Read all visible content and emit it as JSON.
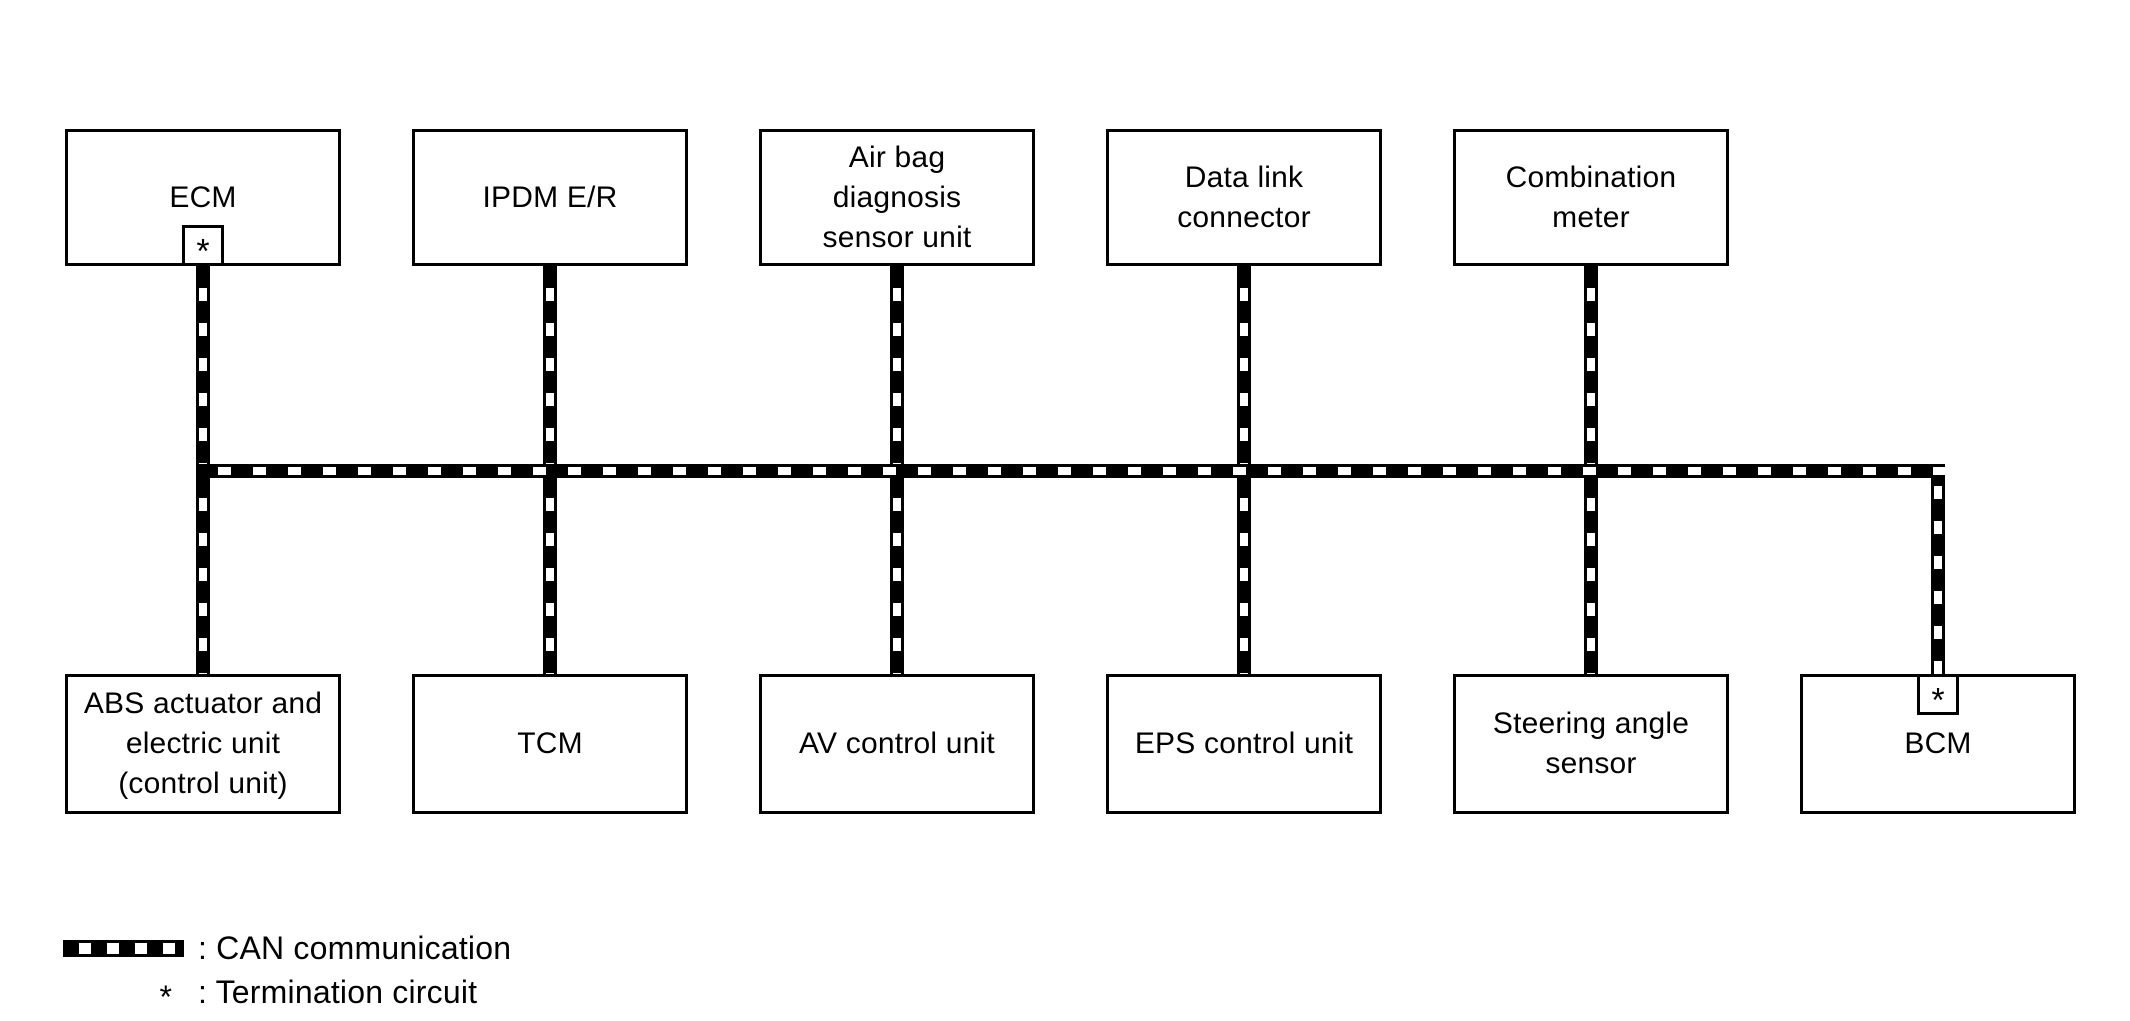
{
  "nodes": {
    "ecm": {
      "label": "ECM",
      "termination": true
    },
    "ipdm": {
      "label": "IPDM E/R",
      "termination": false
    },
    "airbag": {
      "label": "Air bag\ndiagnosis\nsensor unit",
      "termination": false
    },
    "datalink": {
      "label": "Data link\nconnector",
      "termination": false
    },
    "combometer": {
      "label": "Combination\nmeter",
      "termination": false
    },
    "abs": {
      "label": "ABS actuator and\nelectric unit\n(control unit)",
      "termination": false
    },
    "tcm": {
      "label": "TCM",
      "termination": false
    },
    "av": {
      "label": "AV control unit",
      "termination": false
    },
    "eps": {
      "label": "EPS control unit",
      "termination": false
    },
    "steering": {
      "label": "Steering angle\nsensor",
      "termination": false
    },
    "bcm": {
      "label": "BCM",
      "termination": true
    }
  },
  "legend": {
    "star_symbol": "*",
    "can_label": ": CAN communication",
    "termination_label": ": Termination circuit"
  },
  "colors": {
    "line": "#000000",
    "background": "#ffffff"
  }
}
